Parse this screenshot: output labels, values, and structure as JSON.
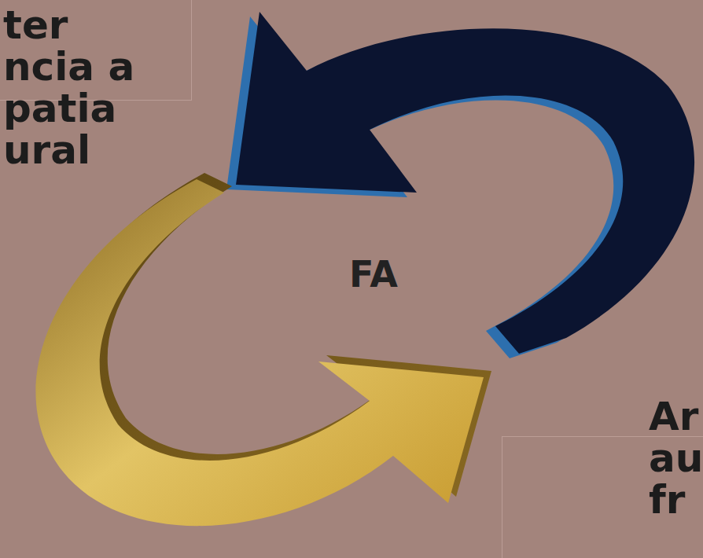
{
  "diagram": {
    "nodes": [
      {
        "text": [
          "ter ncia a patia ural"
        ]
      },
      {
        "text": [
          "Ar au fr"
        ]
      }
    ],
    "labels": [
      "FA"
    ]
  }
}
